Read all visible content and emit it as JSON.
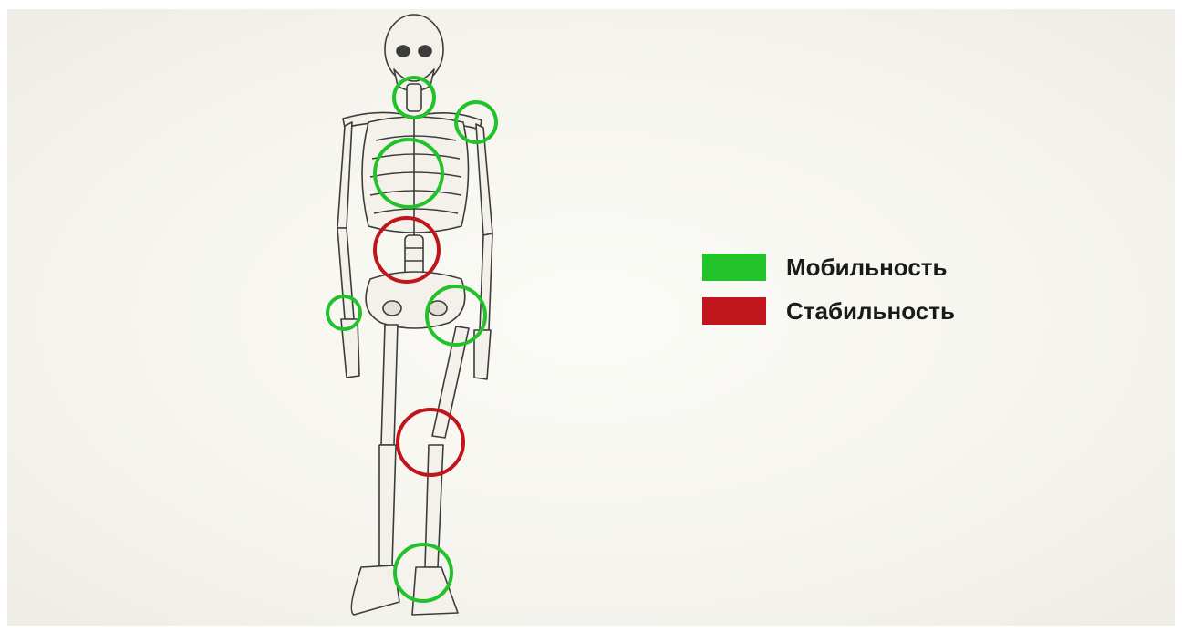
{
  "colors": {
    "mobility": "#22c22a",
    "stability": "#c0151a",
    "bone_fill": "#f3f1ea",
    "bone_stroke": "#3c3c3c"
  },
  "legend": [
    {
      "label": "Мобильность",
      "color": "#22c22a"
    },
    {
      "label": "Стабильность",
      "color": "#c0151a"
    }
  ],
  "joint_markers": [
    {
      "joint": "cervical-spine",
      "type": "mobility"
    },
    {
      "joint": "shoulder",
      "type": "mobility"
    },
    {
      "joint": "thoracic-spine",
      "type": "mobility"
    },
    {
      "joint": "lumbar-spine",
      "type": "stability"
    },
    {
      "joint": "wrist",
      "type": "mobility"
    },
    {
      "joint": "hip",
      "type": "mobility"
    },
    {
      "joint": "knee",
      "type": "stability"
    },
    {
      "joint": "ankle",
      "type": "mobility"
    }
  ]
}
